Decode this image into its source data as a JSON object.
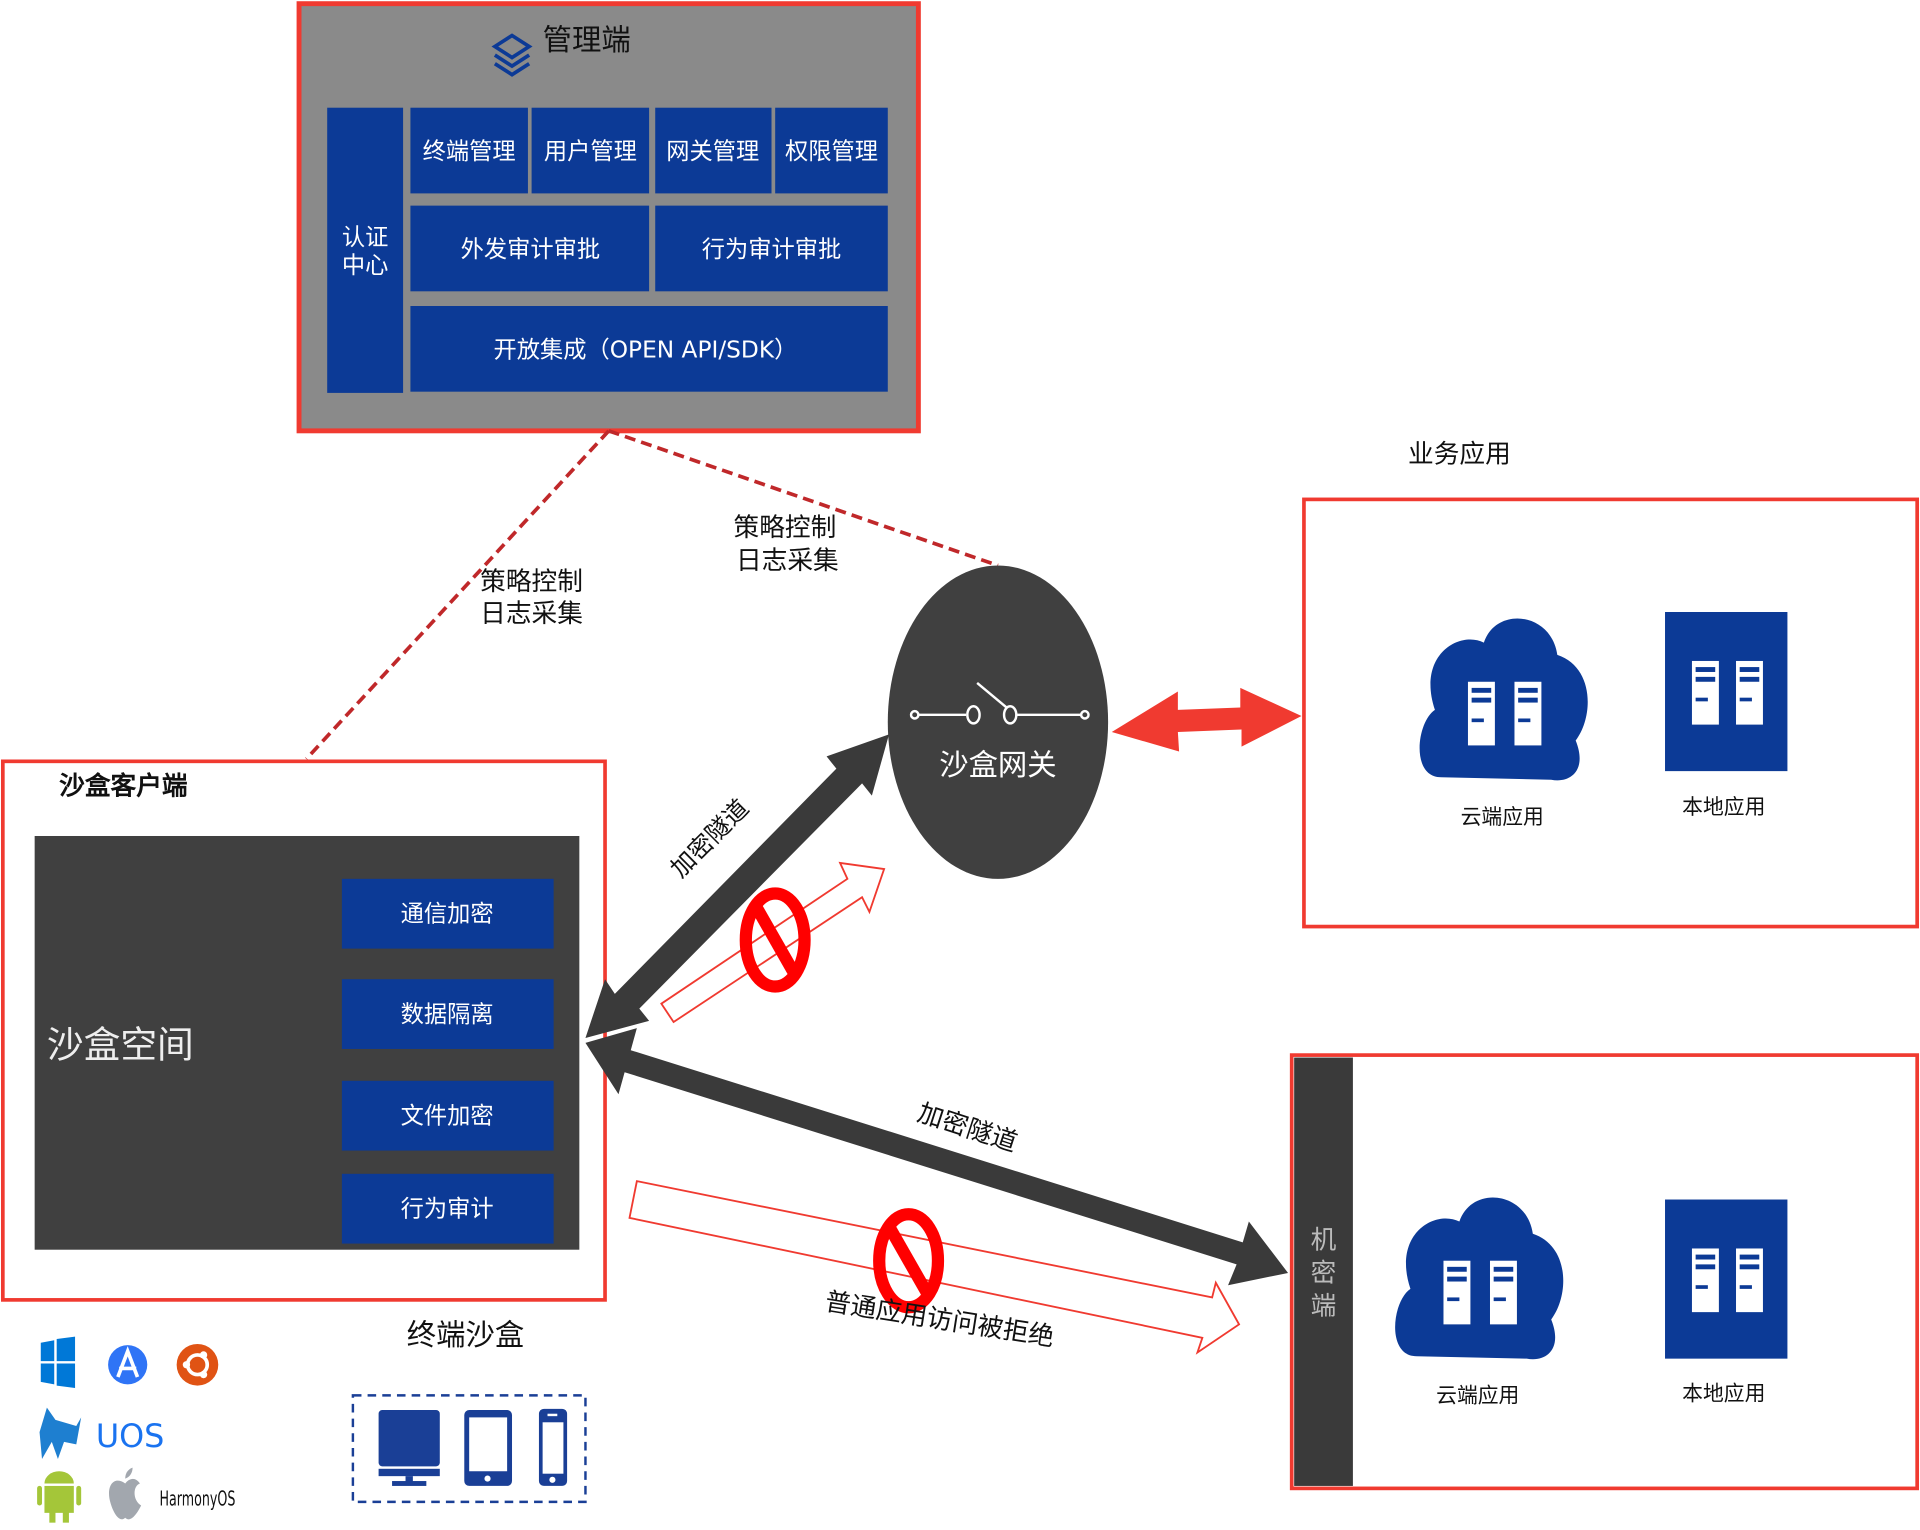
{
  "management": {
    "title": "管理端",
    "auth_center": [
      "认证",
      "中心"
    ],
    "row1": [
      "终端管理",
      "用户管理",
      "网关管理",
      "权限管理"
    ],
    "row2": [
      "外发审计审批",
      "行为审计审批"
    ],
    "row3": "开放集成（OPEN API/SDK）"
  },
  "links": {
    "policy_left": [
      "策略控制",
      "日志采集"
    ],
    "policy_right": [
      "策略控制",
      "日志采集"
    ],
    "tunnel_upper": "加密隧道",
    "tunnel_lower": "加密隧道",
    "denied": "普通应用访问被拒绝"
  },
  "gateway": {
    "label": "沙盒网关"
  },
  "business": {
    "title": "业务应用",
    "cloud": "云端应用",
    "local": "本地应用"
  },
  "secret": {
    "strip": [
      "机",
      "密",
      "端"
    ],
    "cloud": "云端应用",
    "local": "本地应用"
  },
  "client": {
    "title": "沙盒客户端",
    "space": "沙盒空间",
    "features": [
      "通信加密",
      "数据隔离",
      "文件加密",
      "行为审计"
    ]
  },
  "terminal": {
    "title": "终端沙盒",
    "os": [
      "windows",
      "app-store",
      "ubuntu",
      "uos",
      "android",
      "apple",
      "harmonyos"
    ],
    "uos_label": "UOS",
    "harmony_label": "HarmonyOS"
  },
  "colors": {
    "blue": "#0c3a96",
    "red": "#f03a30",
    "dark": "#404040",
    "gray": "#8a8a8a"
  }
}
